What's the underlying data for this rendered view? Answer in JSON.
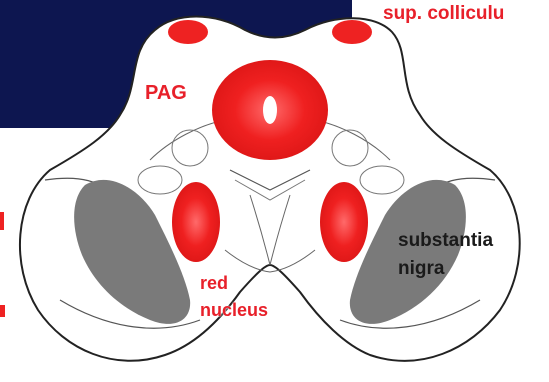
{
  "labels": {
    "sup_colliculus": "sup. colliculu",
    "pag": "PAG",
    "substantia_line1": "substantia",
    "substantia_line2": "nigra",
    "red_line1": "red",
    "red_line2": "nucleus"
  },
  "colors": {
    "background_panel": "#0d1650",
    "highlight_red": "#ee2222",
    "substantia_gray": "#7a7a7a",
    "outline": "#222222"
  }
}
